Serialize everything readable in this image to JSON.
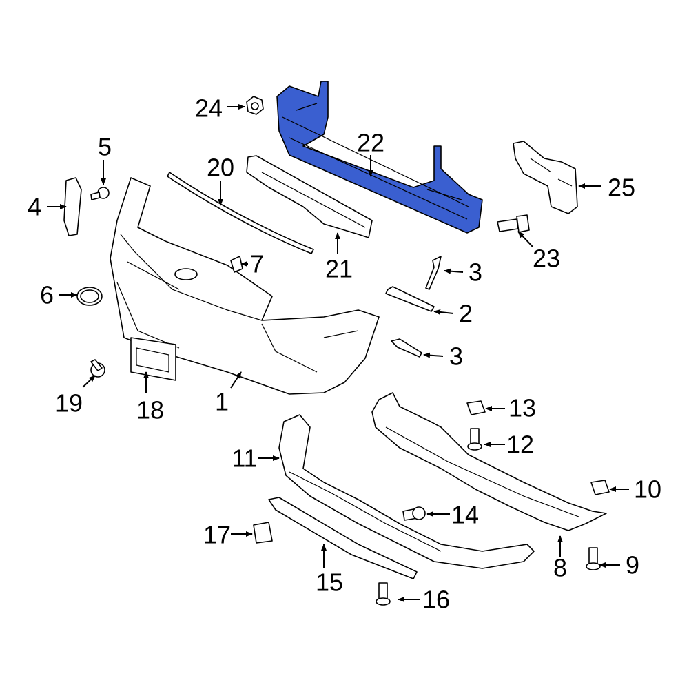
{
  "diagram": {
    "highlight_color": "#3a5fd0",
    "highlighted_part": "22",
    "callouts": {
      "c1": "1",
      "c2": "2",
      "c3a": "3",
      "c3b": "3",
      "c4": "4",
      "c5": "5",
      "c6": "6",
      "c7": "7",
      "c8": "8",
      "c9": "9",
      "c10": "10",
      "c11": "11",
      "c12": "12",
      "c13": "13",
      "c14": "14",
      "c15": "15",
      "c16": "16",
      "c17": "17",
      "c18": "18",
      "c19": "19",
      "c20": "20",
      "c21": "21",
      "c22": "22",
      "c23": "23",
      "c24": "24",
      "c25": "25"
    }
  }
}
